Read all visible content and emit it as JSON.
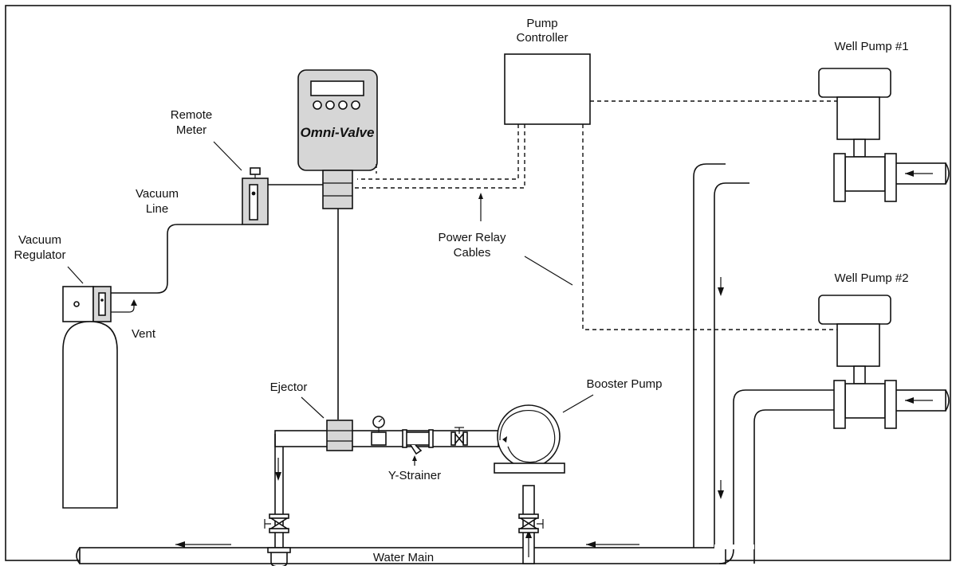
{
  "labels": {
    "pump_controller_line1": "Pump",
    "pump_controller_line2": "Controller",
    "well_pump_1": "Well Pump #1",
    "well_pump_2": "Well Pump #2",
    "remote_meter_line1": "Remote",
    "remote_meter_line2": "Meter",
    "vacuum_line_line1": "Vacuum",
    "vacuum_line_line2": "Line",
    "vacuum_regulator_line1": "Vacuum",
    "vacuum_regulator_line2": "Regulator",
    "vent": "Vent",
    "omni_valve": "Omni-Valve",
    "power_relay_line1": "Power Relay",
    "power_relay_line2": "Cables",
    "ejector": "Ejector",
    "booster_pump": "Booster Pump",
    "y_strainer": "Y-Strainer",
    "water_main": "Water Main"
  },
  "colors": {
    "line": "#111111",
    "controller_body": "#d6d6d6",
    "background": "#ffffff"
  }
}
